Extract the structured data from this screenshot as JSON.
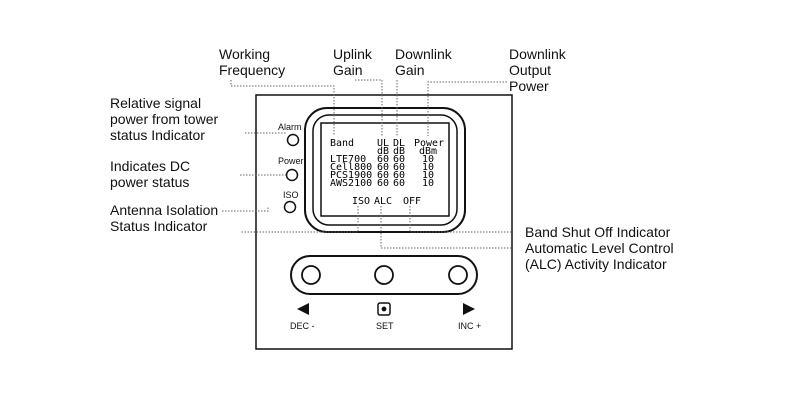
{
  "callouts": {
    "working_frequency": [
      "Working",
      "Frequency"
    ],
    "uplink_gain": [
      "Uplink",
      "Gain"
    ],
    "downlink_gain": [
      "Downlink",
      "Gain"
    ],
    "downlink_output_power": [
      "Downlink",
      "Output",
      "Power"
    ],
    "relative_signal": [
      "Relative signal",
      "power from tower",
      "status Indicator"
    ],
    "dc_power": [
      "Indicates DC",
      "power status"
    ],
    "antenna_isolation": [
      "Antenna Isolation",
      "Status Indicator"
    ],
    "band_shutoff": [
      "Band Shut Off Indicator"
    ],
    "alc": [
      "Automatic Level Control",
      "(ALC) Activity Indicator"
    ]
  },
  "indicators": {
    "alarm": "Alarm",
    "power": "Power",
    "iso": "ISO"
  },
  "lcd": {
    "header": {
      "band": "Band",
      "ul": "UL",
      "dl": "DL",
      "power": "Power"
    },
    "units": {
      "ul": "dB",
      "dl": "dB",
      "power": "dBm"
    },
    "rows": [
      {
        "band": "LTE700",
        "ul": "60",
        "dl": "60",
        "power": "10"
      },
      {
        "band": "Cell800",
        "ul": "60",
        "dl": "60",
        "power": "10"
      },
      {
        "band": "PCS1900",
        "ul": "60",
        "dl": "60",
        "power": "10"
      },
      {
        "band": "AWS2100",
        "ul": "60",
        "dl": "60",
        "power": "10"
      }
    ],
    "status": {
      "iso": "ISO",
      "alc": "ALC",
      "off": "OFF"
    }
  },
  "buttons": {
    "dec": "DEC -",
    "set": "SET",
    "inc": "INC +"
  }
}
